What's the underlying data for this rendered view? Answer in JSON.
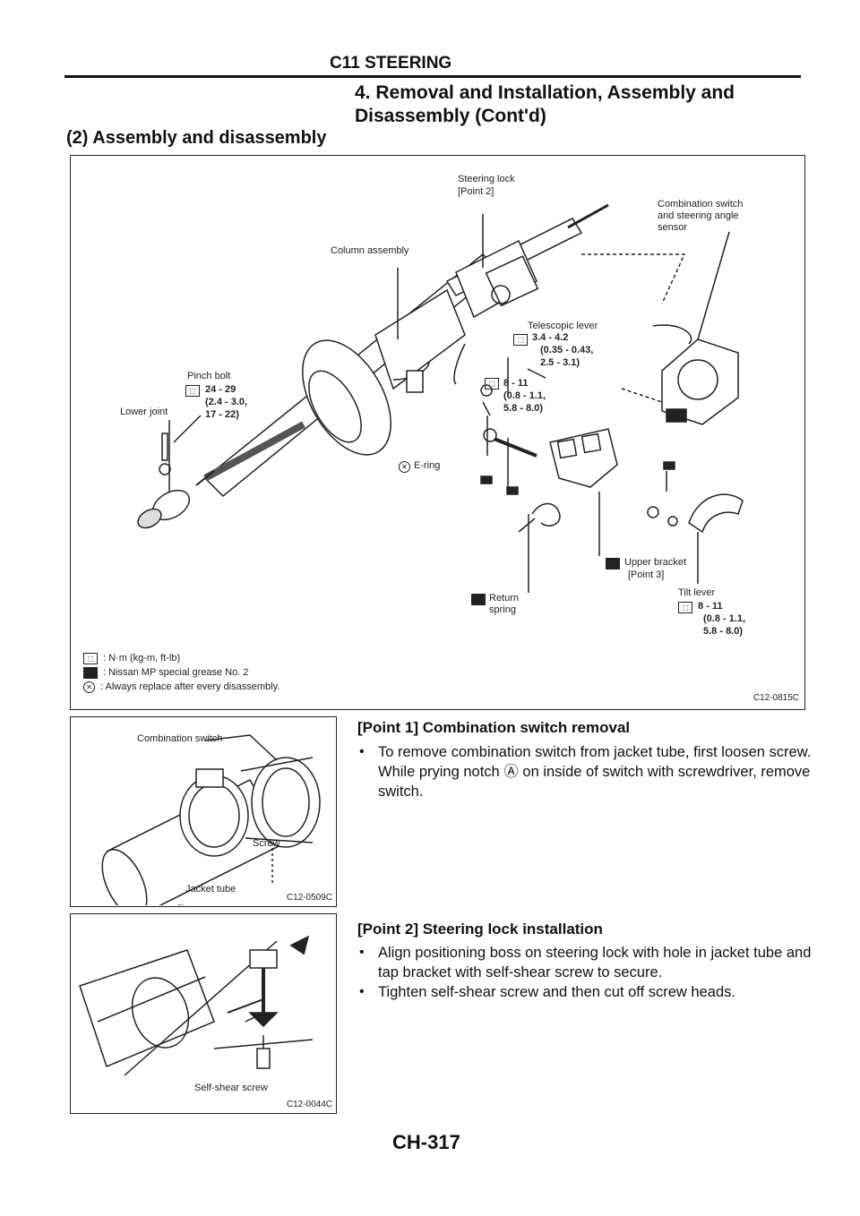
{
  "header": {
    "section_title": "C11 STEERING",
    "main_title_line1": "4. Removal and Installation, Assembly and",
    "main_title_line2": "Disassembly (Cont'd)",
    "subsection": "(2) Assembly and disassembly"
  },
  "main_figure": {
    "code": "C12-0815C",
    "labels": {
      "steering_lock": "Steering lock",
      "point2": "[Point 2]",
      "combination_switch_1": "Combination switch",
      "combination_switch_2": "and steering angle",
      "combination_switch_3": "sensor",
      "column_assembly": "Column assembly",
      "telescopic_lever": "Telescopic lever",
      "tel_torque_1": "3.4 - 4.2",
      "tel_torque_2": "(0.35 - 0.43,",
      "tel_torque_3": "2.5 - 3.1)",
      "pinch_bolt": "Pinch bolt",
      "pinch_torque_1": "24 - 29",
      "pinch_torque_2": "(2.4 - 3.0,",
      "pinch_torque_3": "17 - 22)",
      "lower_joint": "Lower joint",
      "mid_torque_1": "8 - 11",
      "mid_torque_2": "(0.8 - 1.1,",
      "mid_torque_3": "5.8 - 8.0)",
      "e_ring": "E-ring",
      "upper_bracket": "Upper bracket",
      "point3": "[Point 3]",
      "return_spring_1": "Return",
      "return_spring_2": "spring",
      "tilt_lever": "Tilt lever",
      "tilt_torque_1": "8 - 11",
      "tilt_torque_2": "(0.8 - 1.1,",
      "tilt_torque_3": "5.8 - 8.0)"
    },
    "legend": [
      {
        "icon": "torque-wrench-icon",
        "text": ": N·m (kg-m, ft-lb)"
      },
      {
        "icon": "grease-icon",
        "text": ": Nissan MP special grease No. 2"
      },
      {
        "icon": "replace-icon",
        "text": ": Always replace after every disassembly."
      }
    ]
  },
  "figure2": {
    "code": "C12-0509C",
    "combination_switch": "Combination switch",
    "screw": "Screw",
    "jacket_tube": "Jacket tube"
  },
  "figure3": {
    "code": "C12-0044C",
    "self_shear_screw": "Self-shear screw"
  },
  "point1": {
    "heading": "[Point 1] Combination switch removal",
    "bullets": [
      "To remove combination switch from jacket tube, first loosen screw. While prying notch Ⓐ on inside of switch with screwdriver, remove switch."
    ]
  },
  "point2": {
    "heading": "[Point 2] Steering lock installation",
    "bullets": [
      "Align positioning boss on steering lock with hole in jacket tube and tap bracket with self-shear screw to secure.",
      "Tighten self-shear screw and then cut off screw heads."
    ]
  },
  "footer": {
    "page_number": "CH-317"
  }
}
